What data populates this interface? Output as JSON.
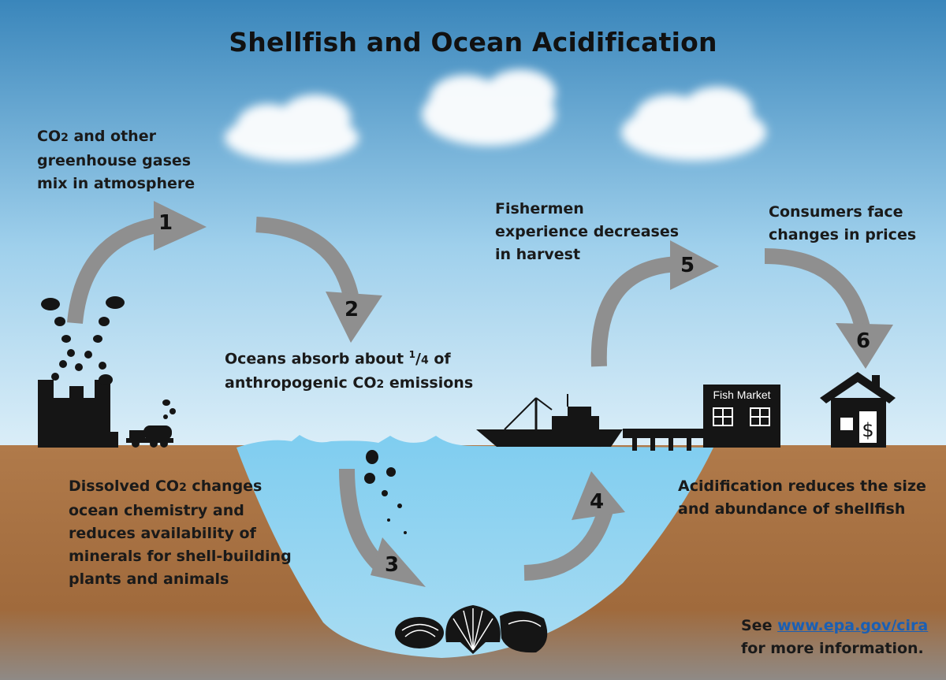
{
  "title": "Shellfish and Ocean Acidification",
  "steps": [
    {
      "number": "1",
      "text_lines": [
        "CO2 and other",
        "greenhouse gases",
        "mix in atmosphere"
      ]
    },
    {
      "number": "2",
      "text_lines": [
        "Oceans absorb about 1/4 of",
        "anthropogenic CO2 emissions"
      ]
    },
    {
      "number": "3",
      "text_lines": [
        "Dissolved CO2 changes",
        "ocean chemistry and",
        "reduces availability of",
        "minerals for shell-building",
        "plants and animals"
      ]
    },
    {
      "number": "4",
      "text_lines": [
        "Acidification reduces the size",
        "and abundance of shellfish"
      ]
    },
    {
      "number": "5",
      "text_lines": [
        "Fishermen",
        "experience decreases",
        "in harvest"
      ]
    },
    {
      "number": "6",
      "text_lines": [
        "Consumers face",
        "changes in prices"
      ]
    }
  ],
  "market_sign": "Fish Market",
  "house_symbol": "$",
  "footer": {
    "see": "See",
    "link": "www.epa.gov/cira",
    "rest": "for more information."
  },
  "colors": {
    "sky_top": "#3a86bb",
    "sky_bottom": "#dbeef8",
    "ocean": "#7fcdf0",
    "ocean_deep": "#a9dcf2",
    "ground": "#b07a4a",
    "ground_dark": "#8a5a34",
    "arrow": "#8f8f8f",
    "silhouette": "#151515",
    "link": "#1a5fb4"
  },
  "icons": [
    "factory-icon",
    "tanker-truck-icon",
    "fishing-boat-icon",
    "pier-icon",
    "fish-market-icon",
    "house-icon",
    "clam-icon",
    "scallop-icon",
    "oyster-icon"
  ]
}
